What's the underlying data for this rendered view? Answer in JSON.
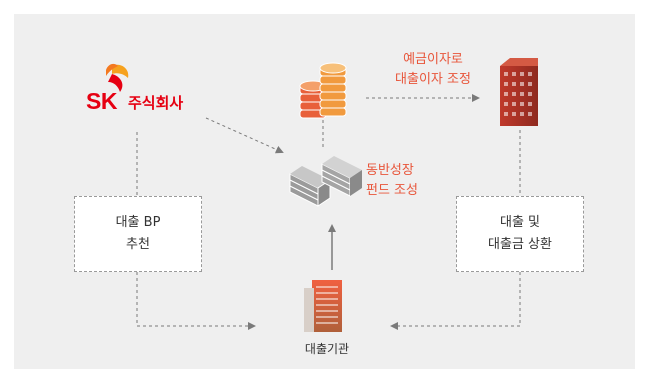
{
  "logo": {
    "brand": "SK",
    "company": "주식회사"
  },
  "nodes": {
    "fund": {
      "line1": "동반성장",
      "line2": "펀드 조성"
    },
    "interest": {
      "line1": "예금이자로",
      "line2": "대출이자 조정"
    },
    "bp": {
      "line1": "대출 BP",
      "line2": "추천"
    },
    "repay": {
      "line1": "대출 및",
      "line2": "대출금 상환"
    },
    "lender": {
      "label": "대출기관"
    }
  },
  "colors": {
    "accent": "#e8553a",
    "brand": "#e60012",
    "background": "#efefef"
  }
}
